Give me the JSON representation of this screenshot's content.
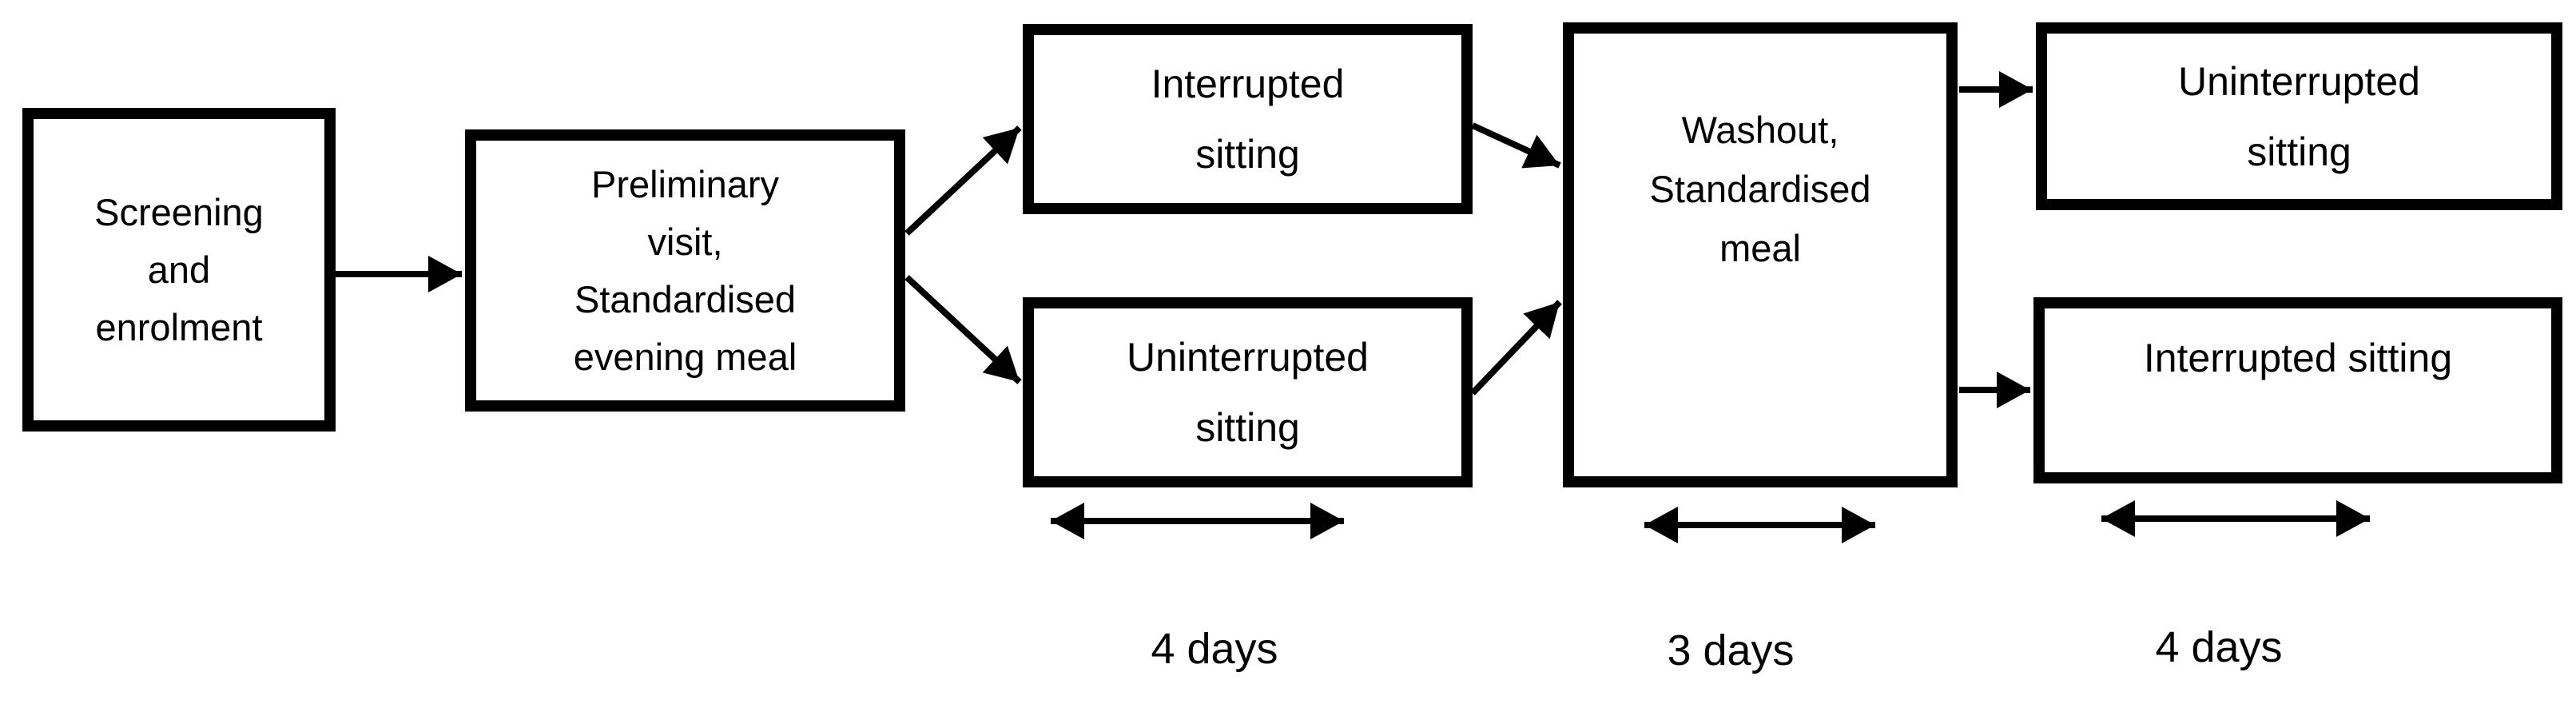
{
  "title": "Crossover study design flowchart",
  "colors": {
    "ink": "#000000",
    "background": "#ffffff"
  },
  "boxes": {
    "screening": {
      "lines": [
        "Screening",
        "and",
        "enrolment"
      ]
    },
    "preliminary": {
      "lines": [
        "Preliminary",
        "visit,",
        "Standardised",
        "evening meal"
      ]
    },
    "interrupted1": {
      "lines": [
        "Interrupted",
        "sitting"
      ]
    },
    "uninterrupted1": {
      "lines": [
        "Uninterrupted",
        "sitting"
      ]
    },
    "washout": {
      "lines": [
        "Washout,",
        "Standardised",
        "meal"
      ]
    },
    "uninterrupted2": {
      "lines": [
        "Uninterrupted",
        "sitting"
      ]
    },
    "interrupted2": {
      "lines": [
        "Interrupted sitting"
      ]
    }
  },
  "durations": {
    "period1": "4 days",
    "washout": "3 days",
    "period2": "4 days"
  }
}
